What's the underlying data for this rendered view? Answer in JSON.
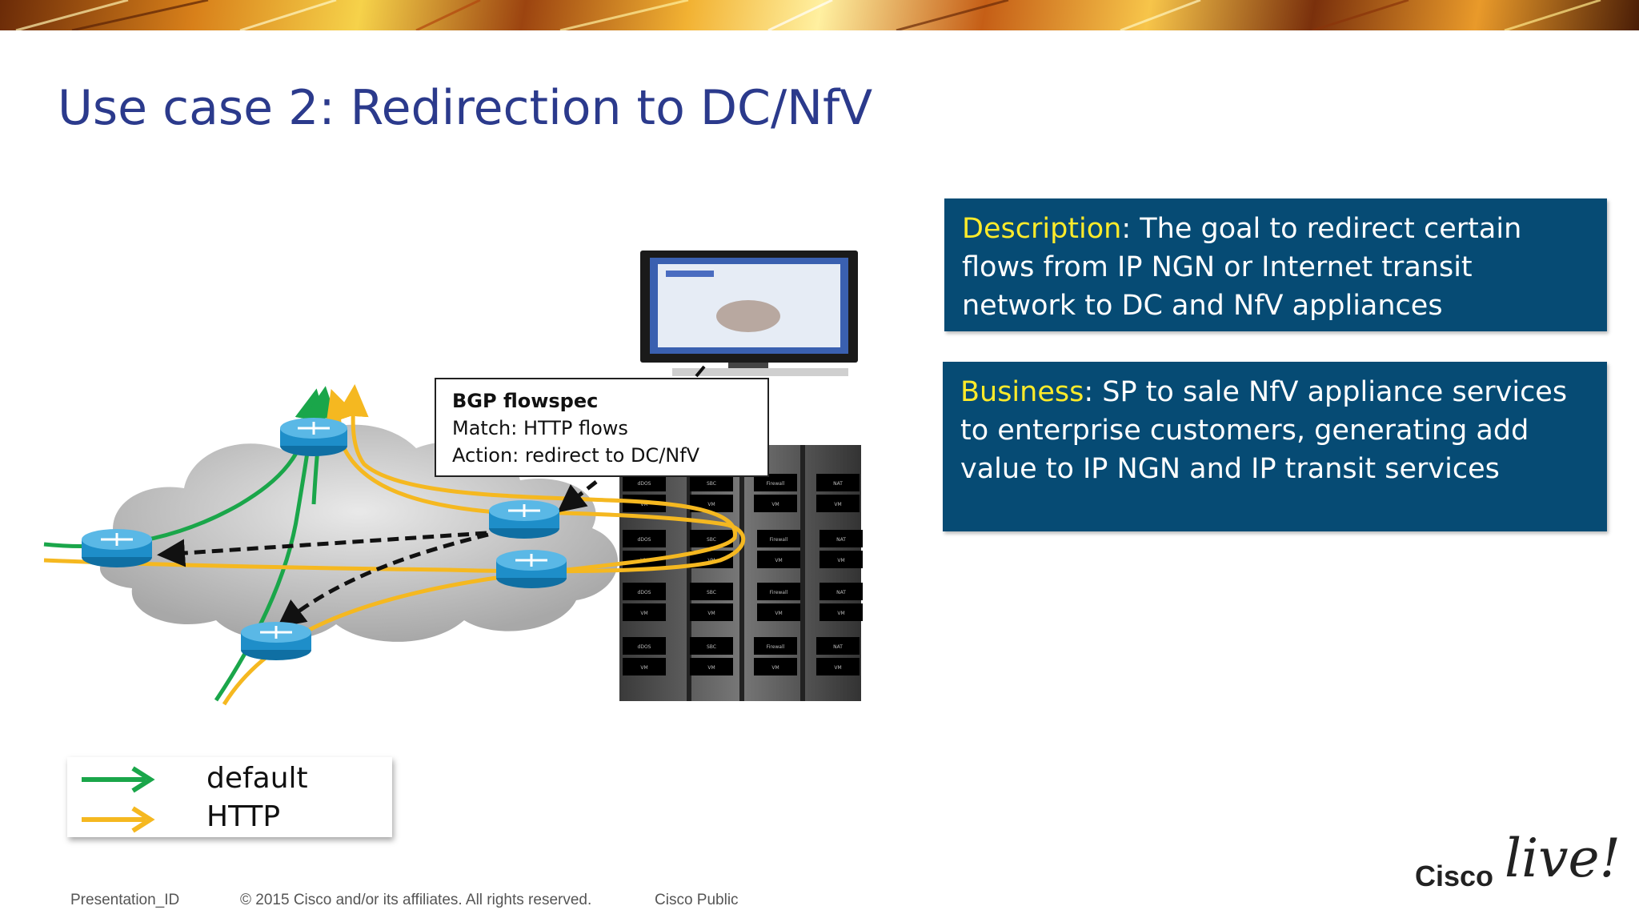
{
  "title": "Use case 2: Redirection to DC/NfV",
  "description_panel": {
    "keyword": "Description",
    "text": ":  The goal to redirect certain flows from IP NGN or Internet transit network to DC and NfV appliances"
  },
  "business_panel": {
    "keyword": "Business",
    "text": ": SP to sale NfV appliance services to enterprise customers, generating add value to IP NGN and IP transit services"
  },
  "callout": {
    "heading": "BGP flowspec",
    "match": "Match: HTTP flows",
    "action": "Action: redirect to DC/NfV"
  },
  "legend": [
    {
      "label": "default",
      "color": "#1aa64a"
    },
    {
      "label": "HTTP",
      "color": "#f5b820"
    }
  ],
  "rack_labels": {
    "ddos": "dDOS",
    "sbc": "SBC",
    "firewall": "Firewall",
    "nat": "NAT",
    "vm": "VM"
  },
  "footer": {
    "presentation_id": "Presentation_ID",
    "copyright": "© 2015 Cisco and/or its affiliates. All rights reserved.",
    "classification": "Cisco Public"
  },
  "logo": {
    "brand": "Cisco",
    "script": "live!"
  },
  "colors": {
    "title": "#2b3a8c",
    "panel_bg": "#064b74",
    "keyword": "#ffeb2a",
    "default_flow": "#1aa64a",
    "http_flow": "#f5b820",
    "router": "#1e8ec9"
  },
  "icons": [
    "router-icon",
    "monitor-icon",
    "server-rack-icon",
    "cloud-icon",
    "arrow-icon"
  ]
}
